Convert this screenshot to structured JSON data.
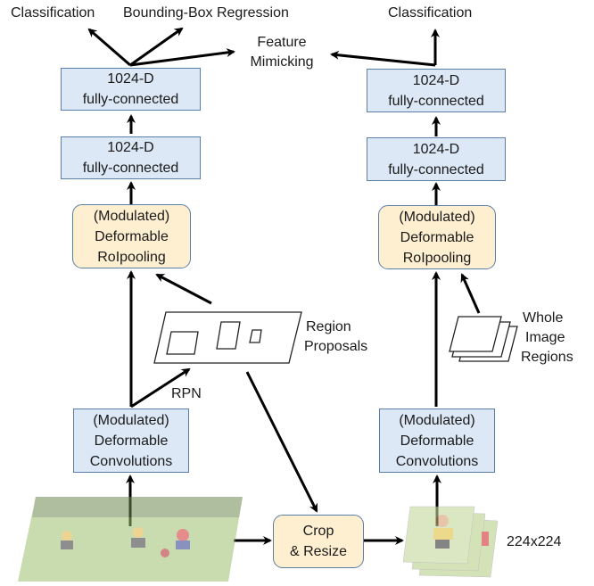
{
  "left_branch": {
    "outputs": {
      "classification": "Classification",
      "bbox_regression": "Bounding-Box Regression"
    },
    "fc_top": {
      "line1": "1024-D",
      "line2": "fully-connected"
    },
    "fc_bottom": {
      "line1": "1024-D",
      "line2": "fully-connected"
    },
    "roipooling": {
      "line1": "(Modulated)",
      "line2": "Deformable",
      "line3": "RoIpooling"
    },
    "conv": {
      "line1": "(Modulated)",
      "line2": "Deformable",
      "line3": "Convolutions"
    },
    "rpn_label": "RPN",
    "region_proposals": {
      "line1": "Region",
      "line2": "Proposals"
    },
    "input_image": "soccer-field-image"
  },
  "feature_mimicking": {
    "line1": "Feature",
    "line2": "Mimicking"
  },
  "crop_resize": {
    "line1": "Crop",
    "line2": "& Resize"
  },
  "right_branch": {
    "outputs": {
      "classification": "Classification"
    },
    "fc_top": {
      "line1": "1024-D",
      "line2": "fully-connected"
    },
    "fc_bottom": {
      "line1": "1024-D",
      "line2": "fully-connected"
    },
    "roipooling": {
      "line1": "(Modulated)",
      "line2": "Deformable",
      "line3": "RoIpooling"
    },
    "conv": {
      "line1": "(Modulated)",
      "line2": "Deformable",
      "line3": "Convolutions"
    },
    "whole_image_regions": {
      "line1": "Whole",
      "line2": "Image",
      "line3": "Regions"
    },
    "crop_size_label": "224x224"
  },
  "colors": {
    "fc_fill": "#dce8f5",
    "pool_fill": "#fdefd0",
    "box_border": "#5a7ea6",
    "arrow": "#000000"
  }
}
